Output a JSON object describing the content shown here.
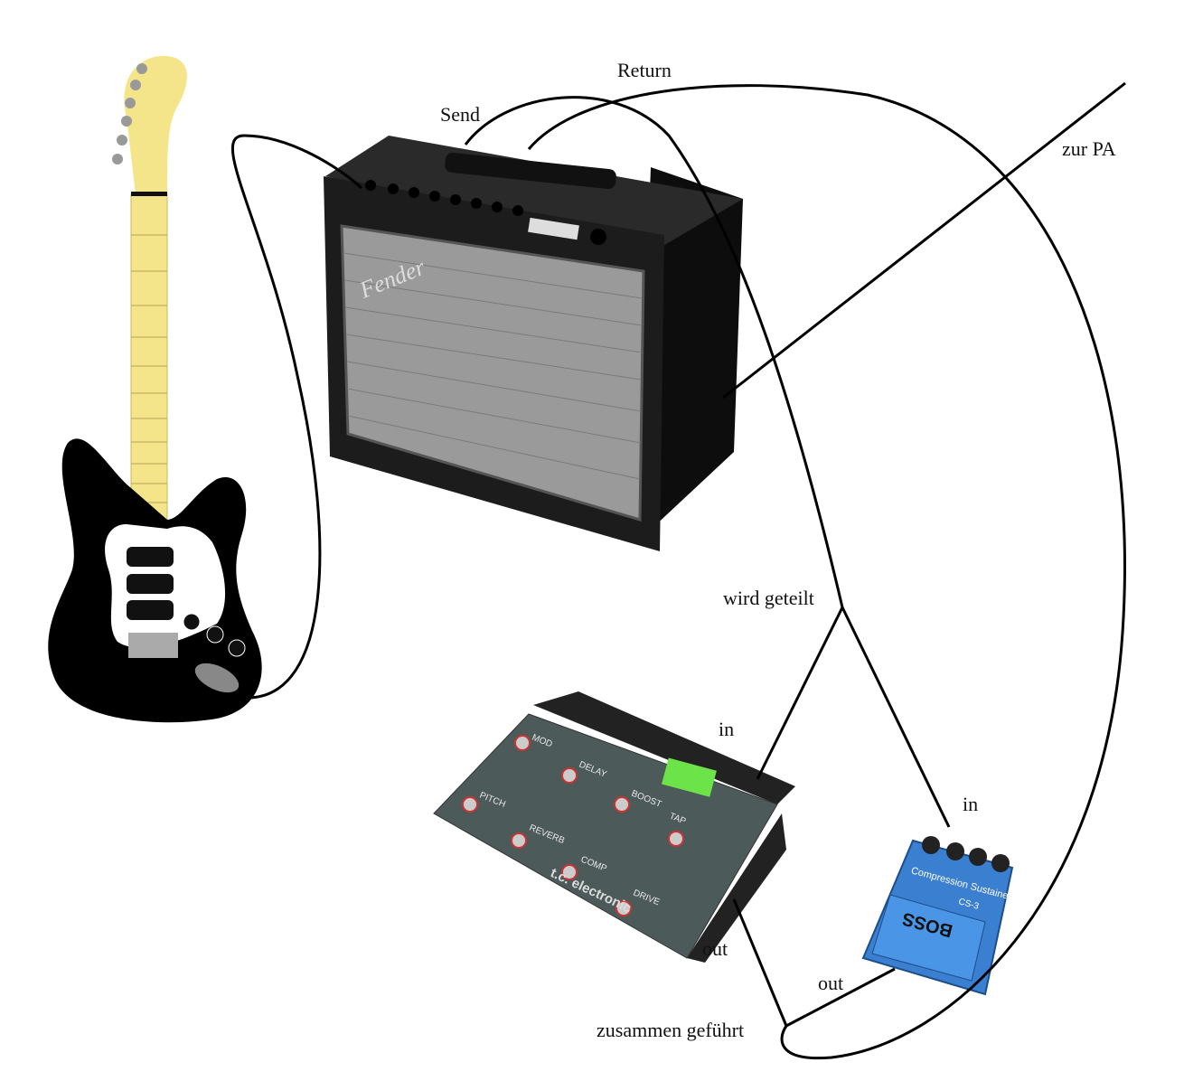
{
  "labels": {
    "return": "Return",
    "send": "Send",
    "to_pa": "zur PA",
    "split": "wird geteilt",
    "multi_in": "in",
    "comp_in": "in",
    "multi_out": "out",
    "comp_out": "out",
    "merged": "zusammen geführt"
  },
  "devices": {
    "amp_brand": "Fender",
    "multi_brand": "t.c. electronic",
    "multi_switches": [
      "MOD",
      "DELAY",
      "BOOST",
      "TAP",
      "PITCH",
      "REVERB",
      "COMP",
      "DRIVE"
    ],
    "pedal_brand": "BOSS",
    "pedal_name": "Compression Sustainer",
    "pedal_model": "CS-3"
  },
  "colors": {
    "cable": "#000000",
    "neck": "#f5e58a",
    "guitar_body": "#000000",
    "amp_body": "#1c1c1c",
    "grille": "#9a9a9a",
    "multi_body": "#4c5a5a",
    "pedal_body": "#3b7fd0"
  }
}
